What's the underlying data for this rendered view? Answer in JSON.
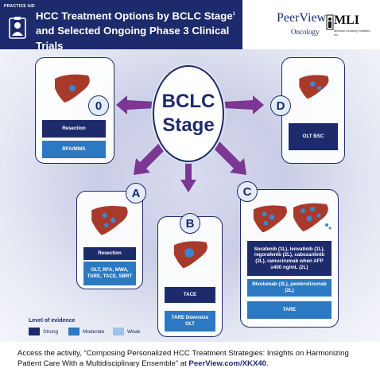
{
  "header": {
    "practice_aid": "PRACTICE AID",
    "title_main": "HCC Treatment Options by BCLC Stage",
    "title_sup": "1",
    "title_line2": "and Selected Ongoing Phase 3 Clinical Trials",
    "peerview": "PeerView",
    "peerview_sub": "Oncology",
    "mli": "MLI",
    "mli_sub": "Medical Learning Institute, Inc."
  },
  "center": {
    "line1": "BCLC",
    "line2": "Stage"
  },
  "stages": {
    "zero": {
      "label": "0",
      "boxes": [
        "Resection",
        "RFA/MWA"
      ]
    },
    "a": {
      "label": "A",
      "boxes": [
        "Resection",
        "OLT, RFA, MWA, TARE, TACE, SBRT"
      ]
    },
    "b": {
      "label": "B",
      "boxes": [
        "TACE",
        "TARE Downsize OLT"
      ]
    },
    "c": {
      "label": "C",
      "boxes": [
        "Sorafenib (1L), lenvatinib (1L), regorafenib (2L), cabozantinib (2L), ramucirumab when AFP ≥400 ng/mL (2L)",
        "Nivolumab (2L), pembrolizumab (2L)",
        "TARE"
      ]
    },
    "d": {
      "label": "D",
      "boxes": [
        "OLT BSC"
      ]
    }
  },
  "legend": {
    "title": "Level of evidence",
    "items": [
      {
        "label": "Strong",
        "color": "#1d2a6b"
      },
      {
        "label": "Moderate",
        "color": "#2b79c2"
      },
      {
        "label": "Weak",
        "color": "#9ec3e7"
      }
    ]
  },
  "footer": {
    "text": "Access the activity, “Composing Personalized HCC Treatment Strategies: Insights on Harmonizing Patient Care With a Multidisciplinary Ensemble” at ",
    "link": "PeerView.com/XKX40",
    "end": "."
  },
  "icons": [
    "clipboard-doctor-icon",
    "liver-icon",
    "arrow-icon"
  ],
  "colors": {
    "navy": "#1d2a6b",
    "moderate": "#2b79c2",
    "weak": "#9ec3e7",
    "liver": "#a83a2b"
  }
}
